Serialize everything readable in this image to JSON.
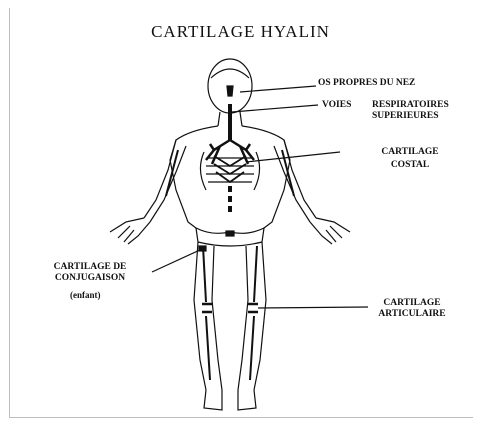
{
  "title": "CARTILAGE HYALIN",
  "labels": {
    "nez": "OS PROPRES DU NEZ",
    "voies_1": "VOIES",
    "voies_2": "RESPIRATOIRES",
    "voies_3": "SUPERIEURES",
    "costal_1": "CARTILAGE",
    "costal_2": "COSTAL",
    "conj_1": "CARTILAGE DE",
    "conj_2": "CONJUGAISON",
    "conj_3": "(enfant)",
    "art_1": "CARTILAGE",
    "art_2": "ARTICULAIRE"
  }
}
